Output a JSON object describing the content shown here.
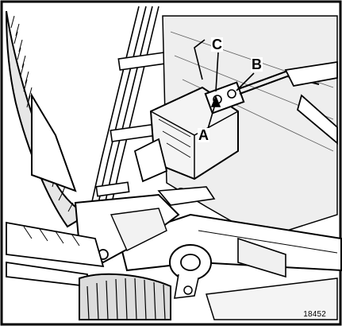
{
  "labels": {
    "a": "A",
    "b": "B",
    "c": "C"
  },
  "figure_number": "18452"
}
